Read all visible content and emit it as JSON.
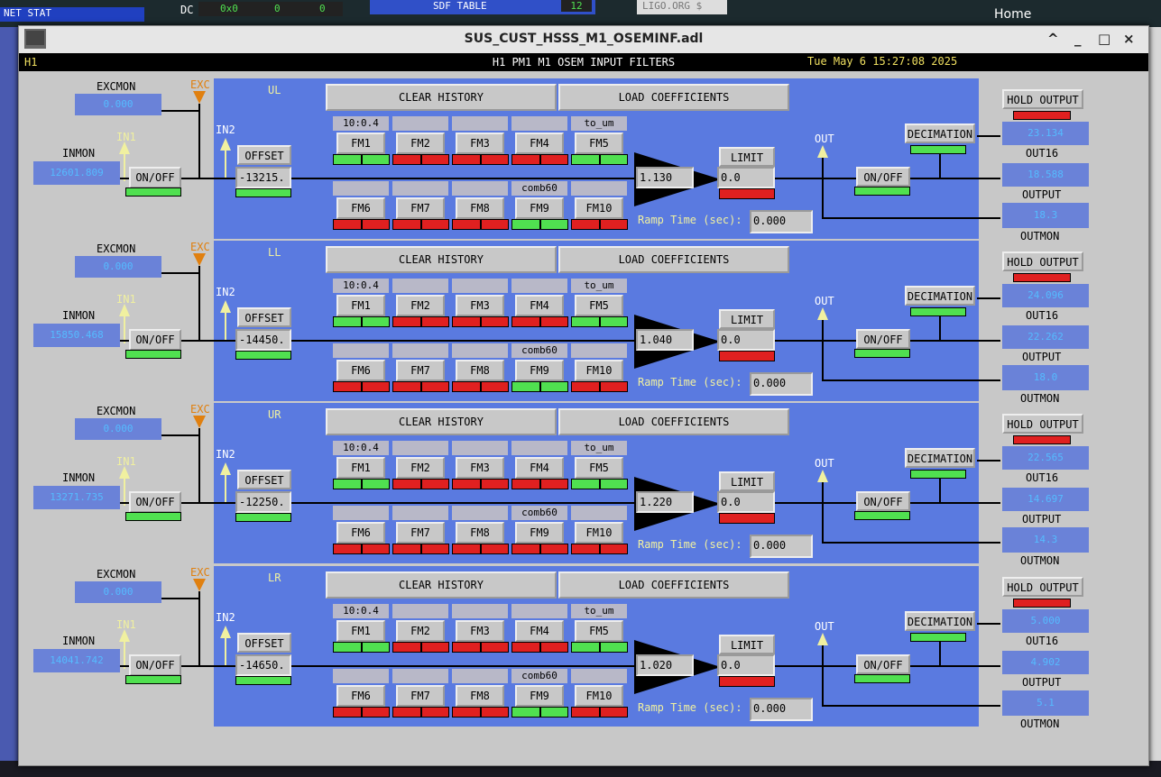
{
  "background": {
    "net_stat": "NET STAT",
    "dc_label": "DC",
    "dc_values": [
      "0x0",
      "0",
      "0"
    ],
    "sdf_table": "SDF TABLE",
    "sdf_count": "12",
    "ligo_org": "LIGO.ORG $",
    "home": "Home"
  },
  "window": {
    "title": "SUS_CUST_HSSS_M1_OSEMINF.adl",
    "controls": [
      "^",
      "_",
      "□",
      "×"
    ]
  },
  "header": {
    "site": "H1",
    "title": "H1 PM1 M1 OSEM INPUT FILTERS",
    "datetime": "Tue May  6 15:27:08 2025"
  },
  "common": {
    "excmon": "EXCMON",
    "exc": "EXC",
    "in1": "IN1",
    "in2": "IN2",
    "inmon": "INMON",
    "on_off": "ON/OFF",
    "offset": "OFFSET",
    "clear_history": "CLEAR HISTORY",
    "load_coefficients": "LOAD COEFFICIENTS",
    "fm_labels": [
      "FM1",
      "FM2",
      "FM3",
      "FM4",
      "FM5",
      "FM6",
      "FM7",
      "FM8",
      "FM9",
      "FM10"
    ],
    "filter_names_top": [
      "10:0.4",
      "",
      "",
      "",
      "to_um"
    ],
    "filter_names_bottom": [
      "",
      "",
      "",
      "comb60",
      ""
    ],
    "limit": "LIMIT",
    "ramp_time_label": "Ramp Time (sec):",
    "out": "OUT",
    "decimation": "DECIMATION",
    "hold_output": "HOLD OUTPUT",
    "out16": "OUT16",
    "output": "OUTPUT",
    "outmon": "OUTMON"
  },
  "channels": [
    {
      "name": "UL",
      "excmon_value": "0.000",
      "inmon_value": "12601.809",
      "offset_value": "-13215.",
      "gain_value": "1.130",
      "limit_value": "0.0",
      "ramp_value": "0.000",
      "out16_value": "23.134",
      "output_value": "18.588",
      "outmon_value": "18.3",
      "fm_top_states": [
        "g",
        "g",
        "r",
        "r",
        "r",
        "r",
        "r",
        "r",
        "g",
        "g"
      ],
      "fm_bottom_states": [
        "r",
        "r",
        "r",
        "r",
        "r",
        "r",
        "g",
        "g",
        "r",
        "r"
      ]
    },
    {
      "name": "LL",
      "excmon_value": "0.000",
      "inmon_value": "15850.468",
      "offset_value": "-14450.",
      "gain_value": "1.040",
      "limit_value": "0.0",
      "ramp_value": "0.000",
      "out16_value": "24.096",
      "output_value": "22.262",
      "outmon_value": "18.0",
      "fm_top_states": [
        "g",
        "g",
        "r",
        "r",
        "r",
        "r",
        "r",
        "r",
        "g",
        "g"
      ],
      "fm_bottom_states": [
        "r",
        "r",
        "r",
        "r",
        "r",
        "r",
        "g",
        "g",
        "r",
        "r"
      ]
    },
    {
      "name": "UR",
      "excmon_value": "0.000",
      "inmon_value": "13271.735",
      "offset_value": "-12250.",
      "gain_value": "1.220",
      "limit_value": "0.0",
      "ramp_value": "0.000",
      "out16_value": "22.565",
      "output_value": "14.697",
      "outmon_value": "14.3",
      "fm_top_states": [
        "g",
        "g",
        "r",
        "r",
        "r",
        "r",
        "r",
        "r",
        "g",
        "g"
      ],
      "fm_bottom_states": [
        "r",
        "r",
        "r",
        "r",
        "r",
        "r",
        "r",
        "r",
        "r",
        "r"
      ]
    },
    {
      "name": "LR",
      "excmon_value": "0.000",
      "inmon_value": "14041.742",
      "offset_value": "-14650.",
      "gain_value": "1.020",
      "limit_value": "0.0",
      "ramp_value": "0.000",
      "out16_value": "5.000",
      "output_value": "4.902",
      "outmon_value": "5.1",
      "fm_top_states": [
        "g",
        "g",
        "r",
        "r",
        "r",
        "r",
        "r",
        "r",
        "g",
        "g"
      ],
      "fm_bottom_states": [
        "r",
        "r",
        "r",
        "r",
        "r",
        "r",
        "g",
        "g",
        "r",
        "r"
      ]
    }
  ],
  "colors": {
    "panel_blue": "#5a7ae0",
    "led_on": "#50e050",
    "led_off": "#e02020",
    "readback_text": "#55bbff",
    "exc_orange": "#e08010"
  }
}
